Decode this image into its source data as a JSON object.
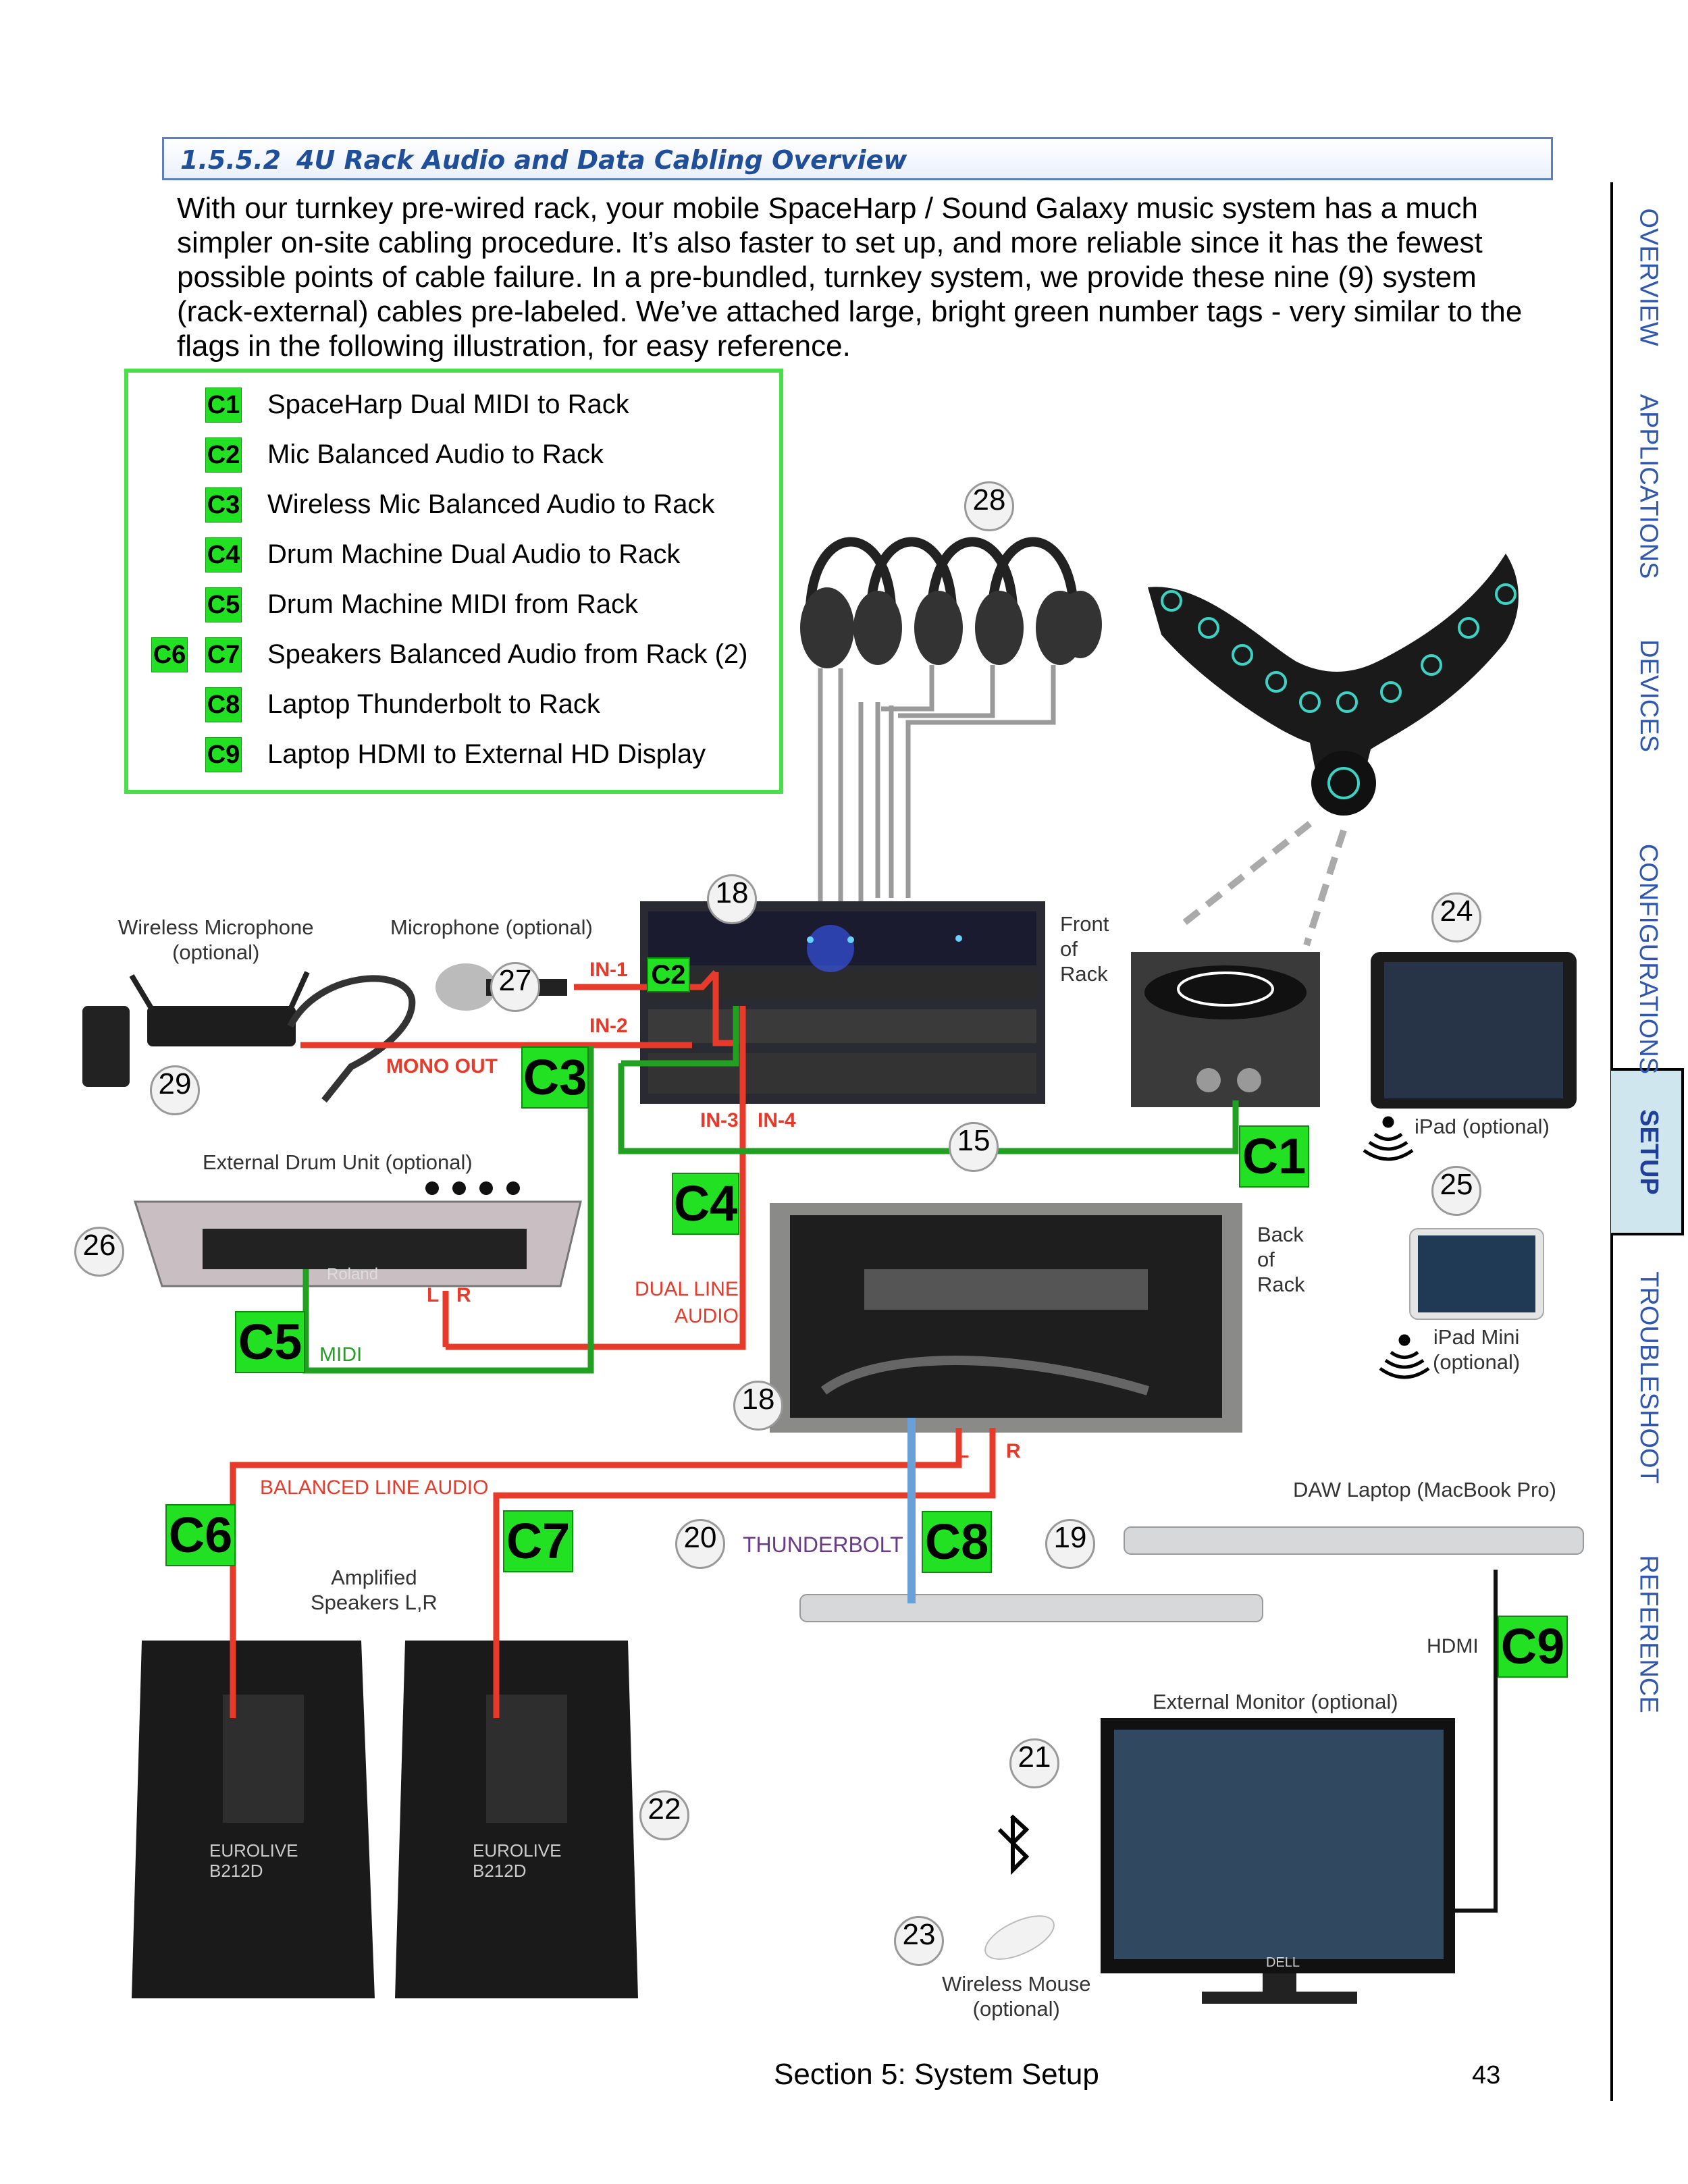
{
  "heading": {
    "number": "1.5.5.2",
    "title": "4U Rack Audio and Data Cabling Overview"
  },
  "intro": "With our turnkey pre-wired rack, your mobile SpaceHarp / Sound Galaxy music system has a much simpler on-site cabling procedure. It’s also faster to set up, and more reliable since it has the fewest possible points of cable failure. In a pre-bundled, turnkey system, we provide these nine (9) system (rack-external) cables pre-labeled. We’ve attached large, bright green number tags - very similar to the flags in the following illustration, for easy reference.",
  "legend": [
    {
      "tags": [
        "C1"
      ],
      "text": "SpaceHarp Dual MIDI to Rack"
    },
    {
      "tags": [
        "C2"
      ],
      "text": "Mic Balanced Audio to Rack"
    },
    {
      "tags": [
        "C3"
      ],
      "text": "Wireless Mic Balanced Audio to Rack"
    },
    {
      "tags": [
        "C4"
      ],
      "text": "Drum Machine Dual Audio to Rack"
    },
    {
      "tags": [
        "C5"
      ],
      "text": "Drum Machine MIDI from Rack"
    },
    {
      "tags": [
        "C6",
        "C7"
      ],
      "text": "Speakers Balanced Audio from Rack (2)"
    },
    {
      "tags": [
        "C8"
      ],
      "text": "Laptop Thunderbolt to Rack"
    },
    {
      "tags": [
        "C9"
      ],
      "text": "Laptop HDMI to External HD Display"
    }
  ],
  "diagram": {
    "tags": [
      "C1",
      "C2",
      "C3",
      "C4",
      "C5",
      "C6",
      "C7",
      "C8",
      "C9"
    ],
    "callouts": [
      "28",
      "18",
      "24",
      "27",
      "29",
      "15",
      "25",
      "26",
      "18",
      "20",
      "19",
      "21",
      "22",
      "23"
    ],
    "labels": {
      "wireless_mic": "Wireless Microphone\n(optional)",
      "microphone": "Microphone (optional)",
      "front_rack": "Front\nof\nRack",
      "back_rack": "Back\nof\nRack",
      "ext_drum": "External Drum Unit (optional)",
      "ipad": "iPad (optional)",
      "ipad_mini": "iPad Mini\n(optional)",
      "daw_laptop": "DAW Laptop (MacBook Pro)",
      "amp_speakers": "Amplified\nSpeakers L,R",
      "ext_monitor": "External Monitor (optional)",
      "wireless_mouse": "Wireless Mouse\n(optional)",
      "hdmi": "HDMI"
    },
    "red_labels": {
      "in1": "IN-1",
      "in2": "IN-2",
      "mono_out": "MONO OUT",
      "in3": "IN-3",
      "in4": "IN-4",
      "dual_line_audio": "DUAL LINE\nAUDIO",
      "l": "L",
      "r": "R",
      "l2": "L",
      "r2": "R",
      "balanced_line_audio": "BALANCED LINE AUDIO"
    },
    "green_labels": {
      "midi": "MIDI"
    },
    "thunderbolt": "THUNDERBOLT",
    "device_text": {
      "roland": "Roland",
      "speaker_l": "EUROLIVE\nB212D",
      "speaker_r": "EUROLIVE\nB212D",
      "monitor_brand": "DELL"
    }
  },
  "side_tabs": [
    "OVERVIEW",
    "APPLICATIONS",
    "DEVICES",
    "CONFIGURATIONS",
    "SETUP",
    "TROUBLESHOOT",
    "REFERENCE"
  ],
  "active_tab": "SETUP",
  "footer": {
    "section": "Section 5: System Setup",
    "page": "43"
  },
  "colors": {
    "tag_green": "#22e022",
    "audio_red": "#e83a2a",
    "midi_green": "#22a022",
    "thunderbolt_blue": "#6aa0d8",
    "tab_blue": "#2f56b0"
  }
}
